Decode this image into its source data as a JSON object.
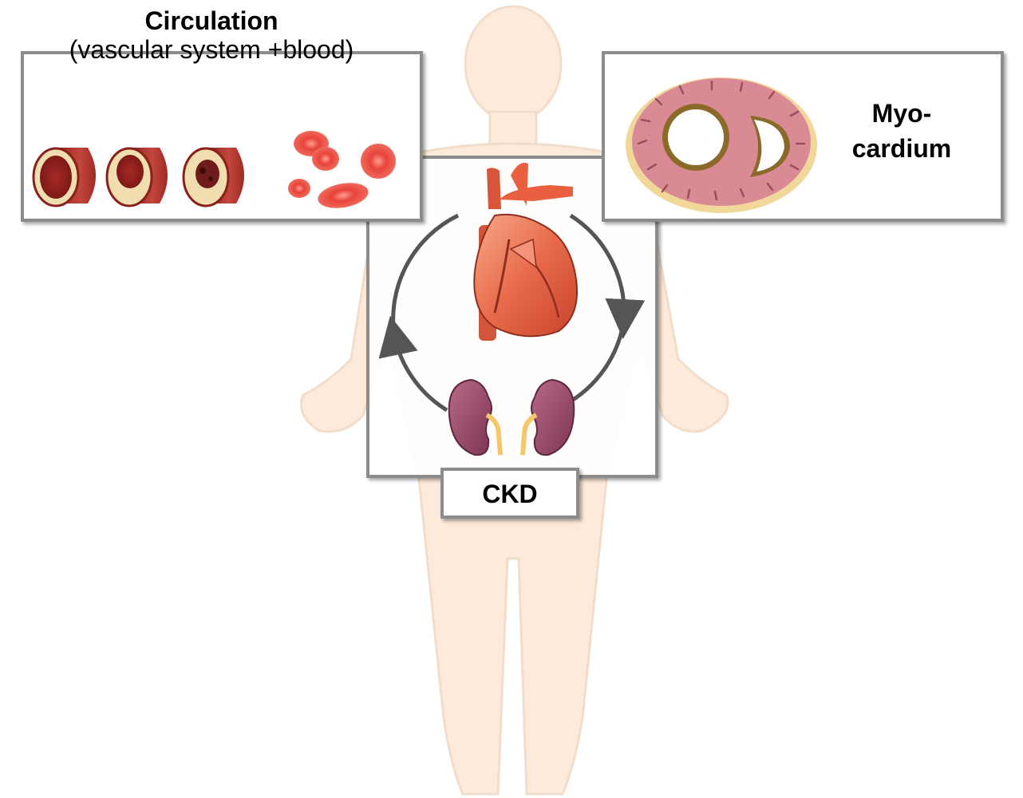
{
  "circulation": {
    "title": "Circulation",
    "subtitle": "(vascular system +blood)"
  },
  "myocardium": {
    "line1": "Myo-",
    "line2": "cardium"
  },
  "ckd": {
    "label": "CKD"
  },
  "colors": {
    "body_silhouette": "#fde9d9",
    "box_border": "#8c8c8c",
    "vessel": "#b7322c",
    "plaque": "#f0deb0",
    "blood_cell": "#e8433a",
    "myocardium": "#d98a95",
    "heart": "#e8603f",
    "kidney": "#9b4a6a",
    "ureter": "#f5c76a",
    "cycle_arrow": "#555555"
  }
}
